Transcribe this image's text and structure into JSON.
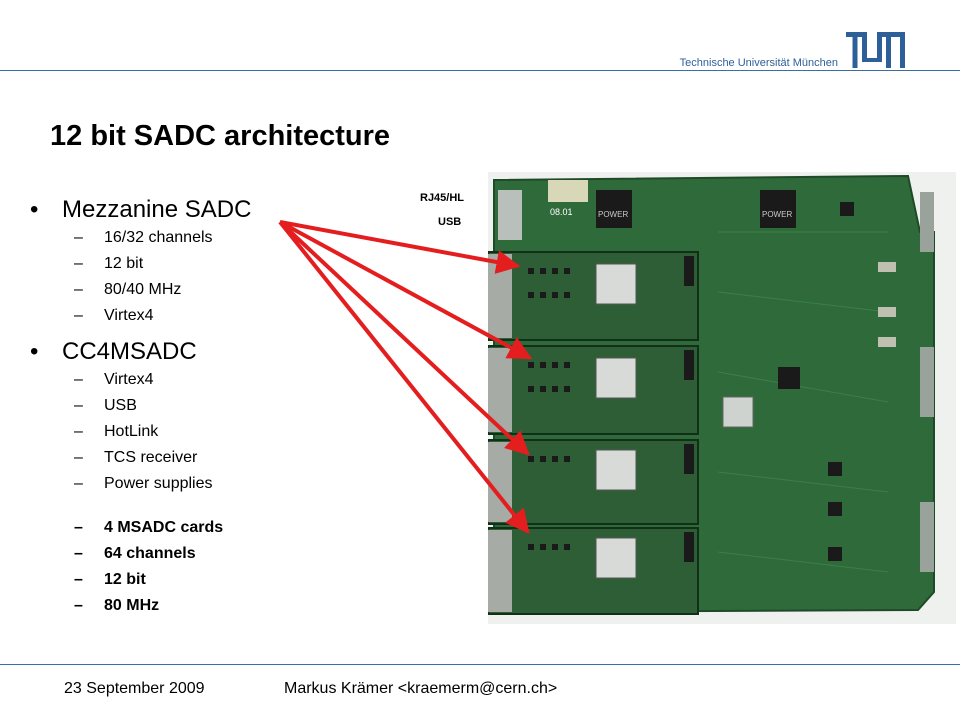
{
  "header": {
    "university": "Technische Universität München",
    "logo_text": "TUM",
    "accent_color": "#3a6fa5"
  },
  "title": "12 bit SADC architecture",
  "bullets": [
    {
      "label": "Mezzanine SADC",
      "items": [
        "16/32 channels",
        "12 bit",
        "80/40 MHz",
        "Virtex4"
      ]
    },
    {
      "label": "CC4MSADC",
      "items": [
        "Virtex4",
        "USB",
        "HotLink",
        "TCS receiver",
        "Power supplies"
      ],
      "bold_items": [
        "4 MSADC cards",
        "64 channels",
        "12 bit",
        "80 MHz"
      ]
    }
  ],
  "dash": "–",
  "bullet_char": "•",
  "photo": {
    "labels": {
      "rj45": "RJ45/HL",
      "usb": "USB"
    },
    "board_label": "08.01",
    "chip_label": "POWER",
    "arrow_color": "#e41e1e",
    "board_color": "#2f6a3a"
  },
  "footer": {
    "date": "23 September 2009",
    "author": "Markus Krämer <kraemerm@cern.ch>"
  }
}
